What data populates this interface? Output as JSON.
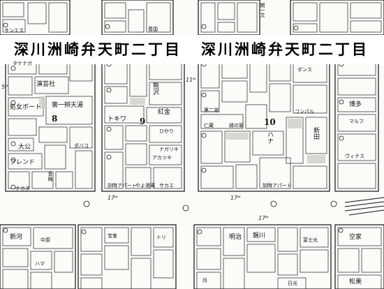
{
  "street_titles": [
    "深川洲崎弁天町二丁目",
    "深川洲崎弁天町二丁目"
  ],
  "block_numbers": [
    "8",
    "9",
    "10"
  ],
  "street_marks": [
    "5ᴹ",
    "17ᴹ",
    "17ᴹ",
    "17ᴹ",
    "11ᴹ"
  ],
  "labels": {
    "top_1": "サンエス",
    "top_2": "豊国",
    "top_3": "関一文",
    "r1_1": "タケナガ",
    "r1_2": "演芸社",
    "r1_3": "処女ボート",
    "r1_4": "第一辨天湯",
    "r1_5": "大公",
    "r1_6": "フレンド",
    "r1_7": "ナカヌ",
    "r1_8": "青梅",
    "r1_9": "ダバコ",
    "r2_1": "熊沢",
    "r2_2": "トキワ",
    "r2_3": "紅金",
    "r2_4": "ひかり",
    "r2_5": "ナガリキ",
    "r2_6": "アカツキ",
    "r2_7": "訓時アパート",
    "r2_8": "やよ酒場",
    "r2_9": "サカエ",
    "r3_1": "第二湖",
    "r3_2": "仁蔵",
    "r3_3": "緑の家",
    "r3_4": "ハナ",
    "r3_5": "新田",
    "r3_6": "訓時アパート",
    "r3_7": "コンパル",
    "r3_8": "ダンス",
    "r4_1": "博多",
    "r4_2": "マルフ",
    "r4_3": "ヴィナス",
    "b1_1": "新河",
    "b1_2": "中原",
    "b1_3": "ハマ",
    "b2_1": "宝峯",
    "b2_2": "トリ",
    "b3_1": "明治",
    "b3_2": "磐川",
    "b3_3": "月",
    "b4_1": "富士光",
    "b4_2": "日光",
    "b4_3": "空家",
    "b4_4": "松美"
  }
}
